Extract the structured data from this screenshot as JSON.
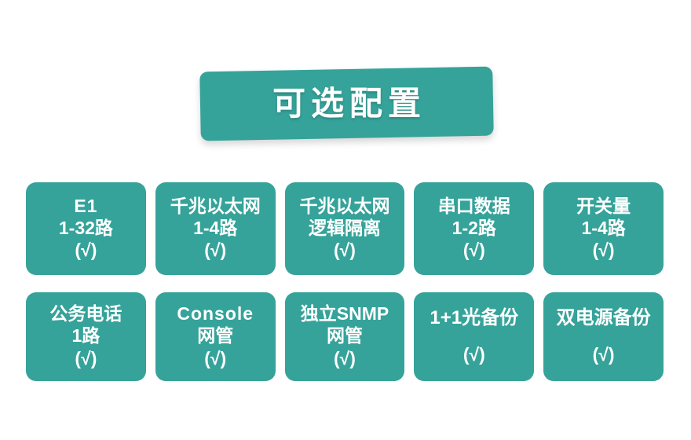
{
  "theme": {
    "accent": "#35a39a",
    "text_on_accent": "#ffffff",
    "page_background": "#ffffff"
  },
  "banner": {
    "title": "可选配置"
  },
  "grid": {
    "rows": [
      {
        "cards": [
          {
            "lines": [
              "E1",
              "1-32路"
            ],
            "check": "(√)"
          },
          {
            "lines": [
              "千兆以太网",
              "1-4路"
            ],
            "check": "(√)"
          },
          {
            "lines": [
              "千兆以太网",
              "逻辑隔离"
            ],
            "check": "(√)"
          },
          {
            "lines": [
              "串口数据",
              "1-2路"
            ],
            "check": "(√)"
          },
          {
            "lines": [
              "开关量",
              "1-4路"
            ],
            "check": "(√)"
          }
        ]
      },
      {
        "cards": [
          {
            "lines": [
              "公务电话",
              "1路"
            ],
            "check": "(√)"
          },
          {
            "lines": [
              "Console",
              "网管"
            ],
            "check": "(√)"
          },
          {
            "lines": [
              "独立SNMP",
              "网管"
            ],
            "check": "(√)"
          },
          {
            "lines": [
              "1+1光备份"
            ],
            "check": "(√)"
          },
          {
            "lines": [
              "双电源备份"
            ],
            "check": "(√)"
          }
        ]
      }
    ]
  }
}
